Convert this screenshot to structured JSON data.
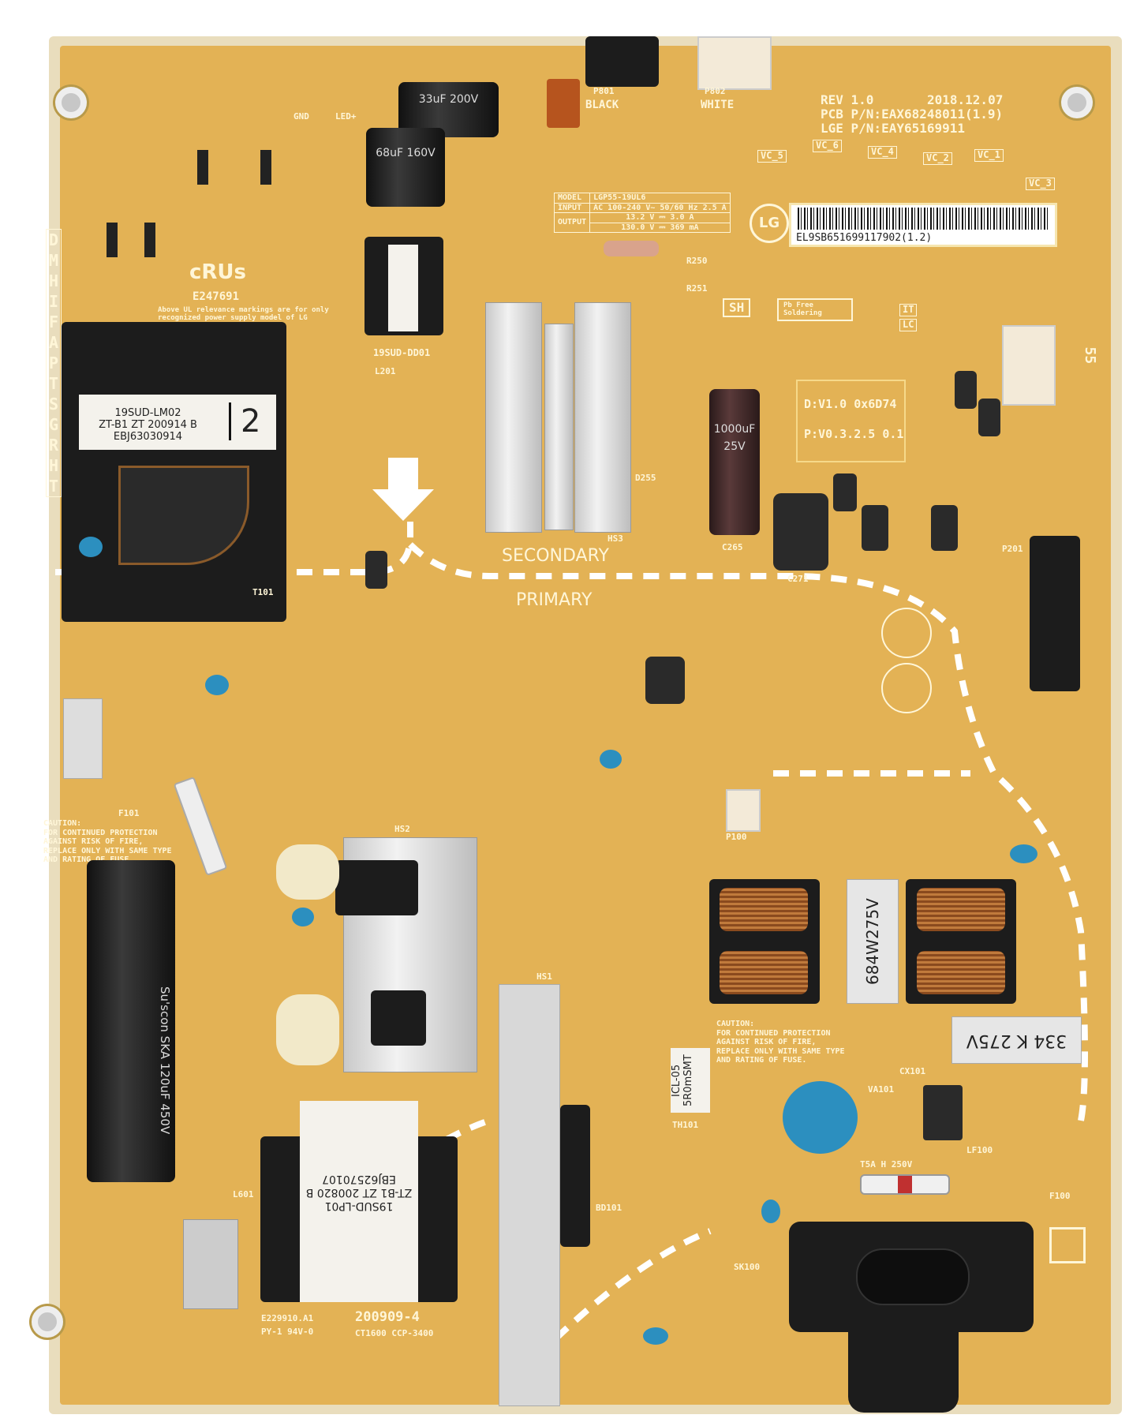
{
  "board": {
    "rev": "REV 1.0",
    "date": "2018.12.07",
    "pcb_pn": "PCB P/N:EAX68248011(1.9)",
    "lge_pn": "LGE P/N:EAY65169911",
    "barcode": "EL9SB651699117902(1.2)",
    "logo": "LG",
    "model_table": {
      "model_label": "MODEL",
      "model": "LGP55-19UL6",
      "input_label": "INPUT",
      "input": "AC 100-240 V~ 50/60 Hz 2.5 A",
      "output_label": "OUTPUT",
      "output_1": "13.2 V ⎓ 3.0 A",
      "output_2": "130.0 V ⎓ 369 mA"
    },
    "vc_labels": [
      "VC_5",
      "VC_6",
      "VC_4",
      "VC_2",
      "VC_1",
      "VC_3"
    ],
    "firmware": {
      "d": "D:V1.0 0x6D74",
      "p": "P:V0.3.2.5 0.1"
    },
    "sh": "SH",
    "pb_free": "Pb Free Soldering",
    "it_lc": [
      "IT",
      "LC"
    ],
    "secondary": "SECONDARY",
    "primary": "PRIMARY",
    "ul_mark": "cRUs",
    "ul_number": "E247691",
    "ul_note": "Above UL relevance markings are for only recognized power supply model of LG",
    "side_letters": "DMHIFAPTSGRHT",
    "connectors": {
      "black": "BLACK",
      "white": "WHITE",
      "p801": "P801",
      "p802": "P802",
      "gnd": "GND",
      "led": "LED+"
    },
    "main_transformer": {
      "line1": "19SUD-LM02",
      "line2": "ZT-B1 ZT 200914 B",
      "line3": "EBJ63030914",
      "number": "2"
    },
    "small_transformer": "19SUD-DD01",
    "lp_transformer": {
      "line1": "19SUD-LP01",
      "line2": "ZT-B1 ZT 200820 B",
      "line3": "EBJ62570107"
    },
    "caps": {
      "c1": "33uF 200V",
      "c2": "68uF 160V",
      "c3": "1000uF 25V",
      "bulk": "Su'scon SKA 120uF 450V"
    },
    "x_cap": "684W275V",
    "x_cap2": "334 K 275V",
    "icl": "ICL-05 5R0mSMT",
    "caution_left": "CAUTION:\nFOR CONTINUED PROTECTION\nAGAINST RISK OF FIRE,\nREPLACE ONLY WITH SAME TYPE\nAND RATING OF FUSE.",
    "caution_right": "CAUTION:\nFOR CONTINUED PROTECTION\nAGAINST RISK OF FIRE,\nREPLACE ONLY WITH SAME TYPE\nAND RATING OF FUSE.",
    "fuse_rating": "T5A H 250V",
    "bottom": {
      "e": "E229910.A1",
      "py": "PY-1 94V-0",
      "date_code": "200909-4",
      "ct": "CT1600 CCP-3400"
    },
    "refs": {
      "t101": "T101",
      "f101": "F101",
      "f100": "F100",
      "hs3": "HS3",
      "hs2": "HS2",
      "hs1": "HS1",
      "l601": "L601",
      "bd101": "BD101",
      "sk100": "SK100",
      "cx101": "CX101",
      "va101": "VA101",
      "lf100": "LF100",
      "p201": "P201",
      "c265": "C265",
      "c271": "C271",
      "d255": "D255",
      "r250": "R250",
      "r251": "R251",
      "l201": "L201",
      "th101": "TH101",
      "p100": "P100",
      "num55": "55"
    }
  },
  "colors": {
    "pcb": "#e3b255",
    "silk": "#fff6d8",
    "edge": "#e9ddbd"
  }
}
